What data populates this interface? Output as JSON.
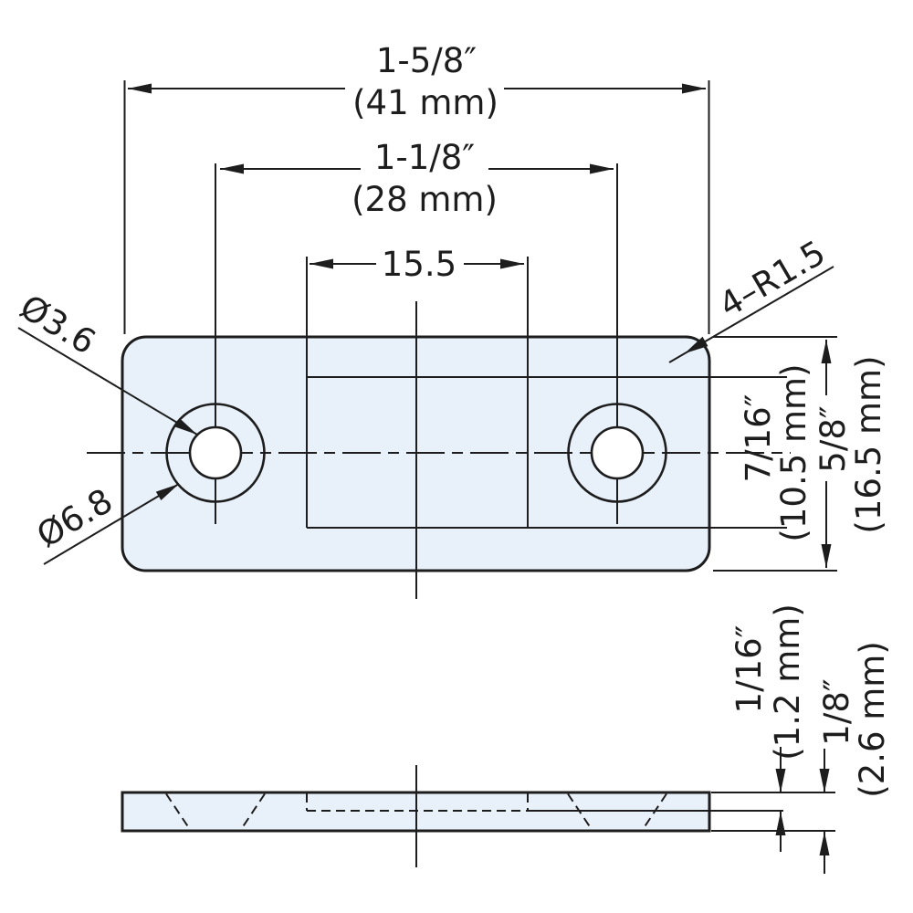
{
  "drawing": {
    "kind": "technical-dimension-drawing",
    "views": [
      "top-view",
      "side-view"
    ],
    "colors": {
      "part_fill": "#e8f1fa",
      "line": "#1d1d1d",
      "background": "#ffffff"
    },
    "top_view": {
      "overall_width": {
        "inch": "1-5/8″",
        "metric": "(41 mm)"
      },
      "hole_spacing": {
        "inch": "1-1/8″",
        "metric": "(28 mm)"
      },
      "recess_width": {
        "value": "15.5"
      },
      "corner_radius": {
        "value": "4–R1.5"
      },
      "hole_diameter": {
        "value": "Ø3.6"
      },
      "counterbore_diameter": {
        "value": "Ø6.8"
      },
      "recess_height": {
        "inch": "7/16″",
        "metric": "(10.5 mm)"
      },
      "overall_height": {
        "inch": "5/8″",
        "metric": "(16.5 mm)"
      }
    },
    "side_view": {
      "recess_depth": {
        "inch": "1/16″",
        "metric": "(1.2 mm)"
      },
      "thickness": {
        "inch": "1/8″",
        "metric": "(2.6 mm)"
      }
    }
  }
}
